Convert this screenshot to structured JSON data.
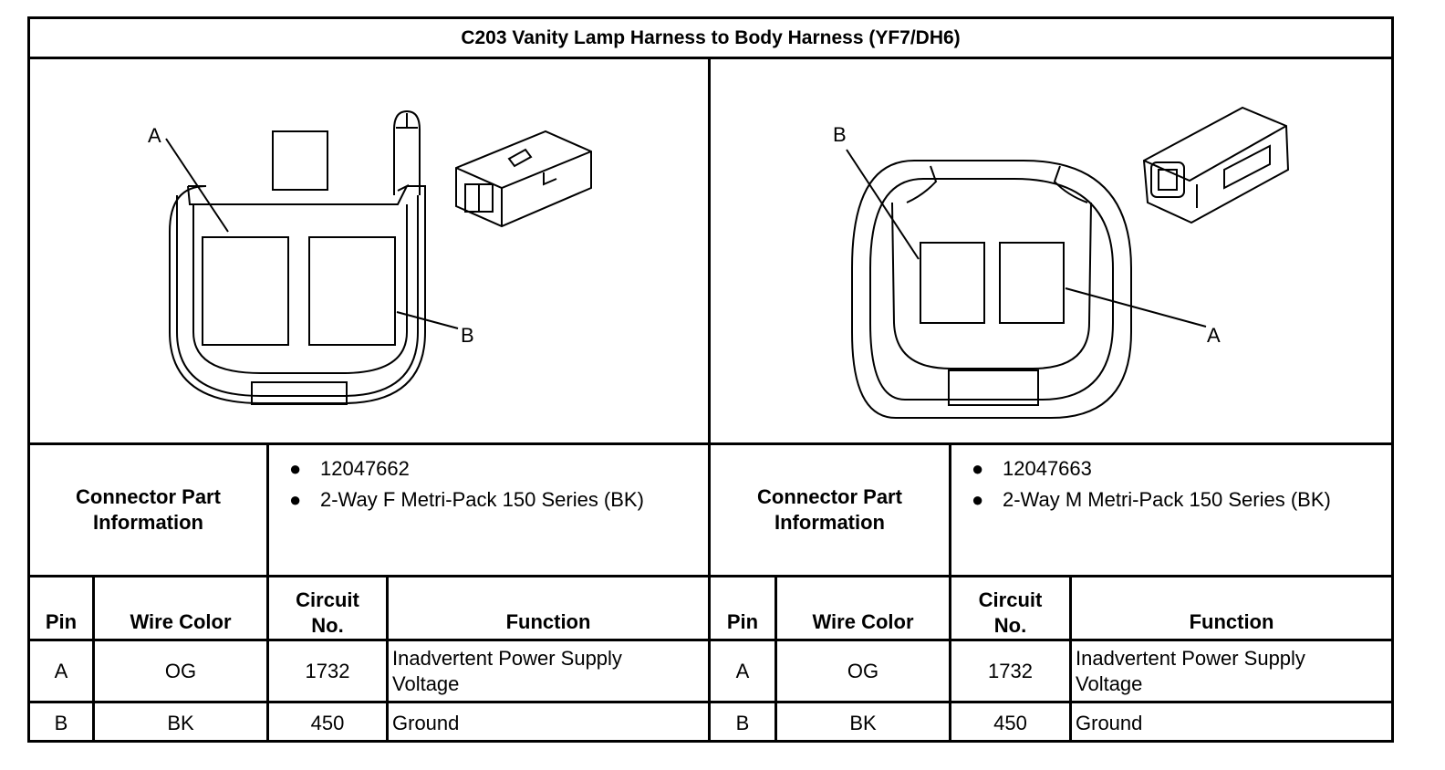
{
  "title": "C203 Vanity Lamp Harness to Body Harness (YF7/DH6)",
  "connectors": [
    {
      "pin_labels": [
        "A",
        "B"
      ],
      "info_label": "Connector Part Information",
      "info_items": [
        "12047662",
        "2-Way F Metri-Pack 150 Series (BK)"
      ]
    },
    {
      "pin_labels": [
        "B",
        "A"
      ],
      "info_label": "Connector Part Information",
      "info_items": [
        "12047663",
        "2-Way M Metri-Pack 150 Series (BK)"
      ]
    }
  ],
  "table": {
    "headers": [
      "Pin",
      "Wire Color",
      "Circuit No.",
      "Function"
    ],
    "left_rows": [
      {
        "pin": "A",
        "color": "OG",
        "circuit": "1732",
        "function": "Inadvertent Power Supply Voltage"
      },
      {
        "pin": "B",
        "color": "BK",
        "circuit": "450",
        "function": "Ground"
      }
    ],
    "right_rows": [
      {
        "pin": "A",
        "color": "OG",
        "circuit": "1732",
        "function": "Inadvertent Power Supply Voltage"
      },
      {
        "pin": "B",
        "color": "BK",
        "circuit": "450",
        "function": "Ground"
      }
    ]
  }
}
